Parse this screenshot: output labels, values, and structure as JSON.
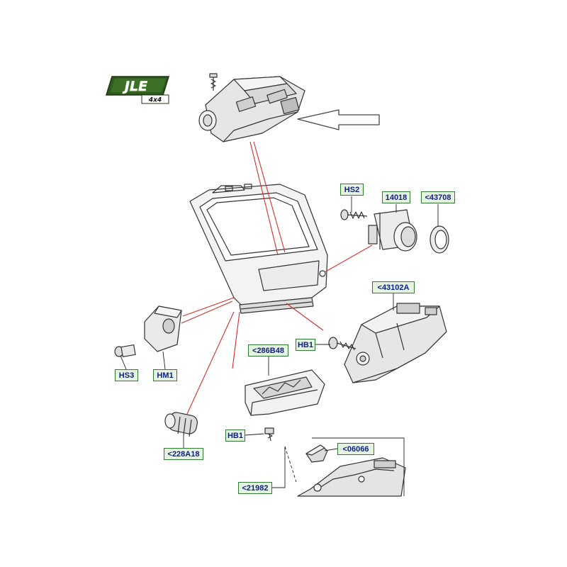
{
  "logo": {
    "main_text": "JLE",
    "sub_text": "4x4",
    "accent_color": "#2f5a1e"
  },
  "callouts": {
    "hs2": "HS2",
    "p14018": "14018",
    "p43708": "<43708",
    "p43102a": "<43102A",
    "hb1_upper": "HB1",
    "p286b48": "<286B48",
    "hs3": "HS3",
    "hm1": "HM1",
    "p228a18": "<228A18",
    "hb1_lower": "HB1",
    "p06066": "<06066",
    "p21982": "<21982"
  },
  "colors": {
    "callout_border": "#2e7d32",
    "callout_fill": "#e6f3e0",
    "callout_text": "#0a1e8c",
    "leader_line": "#d32f2f",
    "part_stroke": "#333333",
    "part_fill": "#e8e8e8"
  }
}
